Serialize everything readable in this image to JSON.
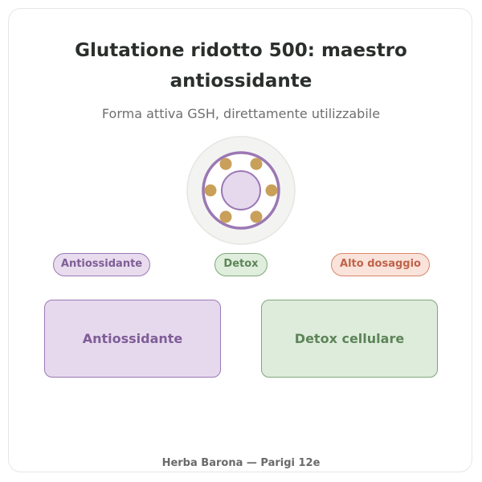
{
  "header": {
    "title": "Glutatione ridotto 500: maestro antiossidante",
    "subtitle": "Forma attiva GSH, direttamente utilizzabile"
  },
  "emblem": {
    "icon": "molecule-ring-icon",
    "ring_color": "#9b78b3",
    "dot_color": "#c9a05a",
    "dot_count": 6
  },
  "tags": [
    {
      "label": "Antiossidante",
      "color": "#9b78b3"
    },
    {
      "label": "Detox",
      "color": "#7fa77a"
    },
    {
      "label": "Alto dosaggio",
      "color": "#d9866c"
    }
  ],
  "boxes": [
    {
      "label": "Antiossidante",
      "color": "#9b78b3"
    },
    {
      "label": "Detox cellulare",
      "color": "#7fa77a"
    }
  ],
  "footer": {
    "text": "Herba Barona — Parigi 12e"
  }
}
